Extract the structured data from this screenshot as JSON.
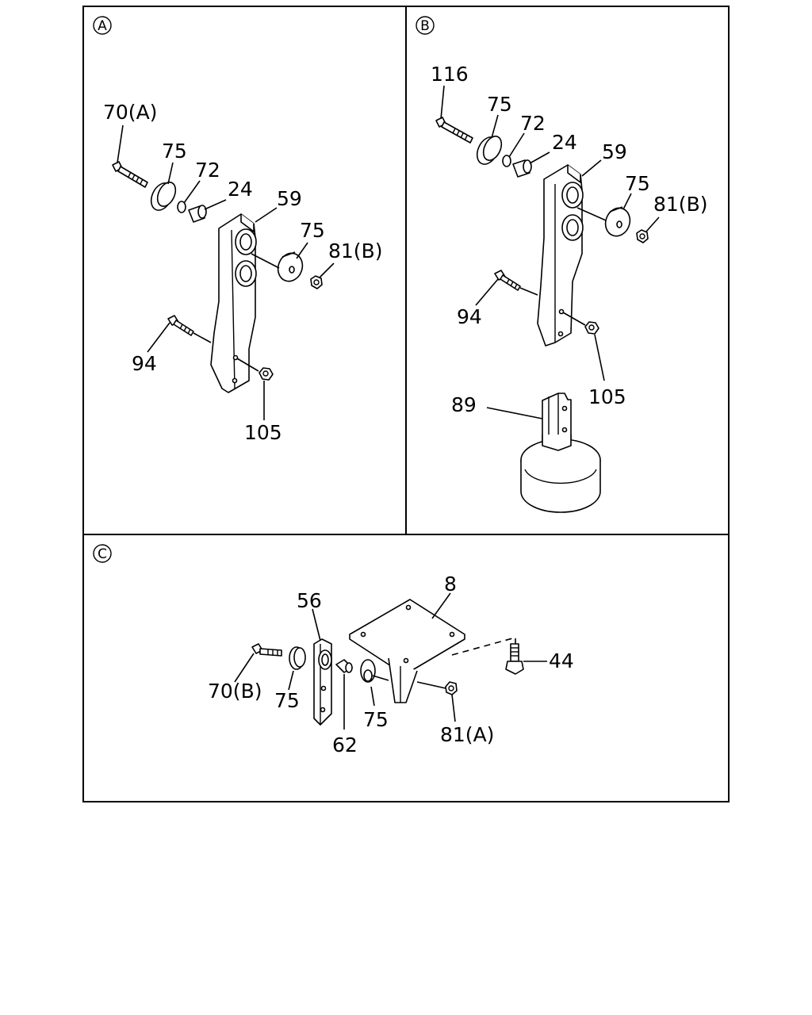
{
  "sections": {
    "a": {
      "marker": "A"
    },
    "b": {
      "marker": "B"
    },
    "c": {
      "marker": "C"
    }
  },
  "callouts": {
    "a": {
      "bolt": "70(A)",
      "cushion_outer": "75",
      "washer": "72",
      "collar": "24",
      "bracket": "59",
      "cushion_inner": "75",
      "nut": "81(B)",
      "bolt_lower": "94",
      "nut_lower": "105"
    },
    "b": {
      "bolt": "116",
      "cushion_outer": "75",
      "washer": "72",
      "collar": "24",
      "bracket": "59",
      "cushion_inner": "75",
      "nut": "81(B)",
      "bolt_lower": "94",
      "nut_lower": "105",
      "clamp": "89"
    },
    "c": {
      "plate": "8",
      "hanger": "56",
      "bolt": "70(B)",
      "cushion_left": "75",
      "pin": "62",
      "cushion_right": "75",
      "nut": "81(A)",
      "screw": "44"
    }
  }
}
